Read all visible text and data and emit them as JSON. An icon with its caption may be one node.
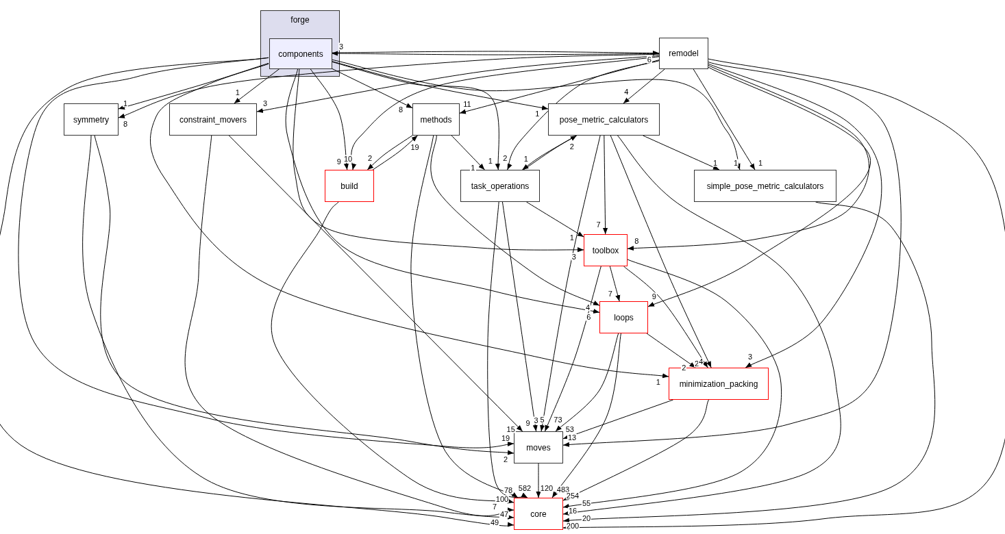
{
  "diagram": {
    "nodes": [
      {
        "text": [
          "forge"
        ]
      },
      {
        "text": [
          "components"
        ],
        "in": 0
      },
      {
        "text": [
          "remodel"
        ]
      },
      {
        "text": [
          "symmetry"
        ]
      },
      {
        "text": [
          "constraint_movers"
        ]
      },
      {
        "text": [
          "methods"
        ]
      },
      {
        "text": [
          "pose_metric_calculators"
        ]
      },
      {
        "text": [
          "build"
        ]
      },
      {
        "text": [
          "task_operations"
        ]
      },
      {
        "text": [
          "simple_pose_metric_calculators"
        ]
      },
      {
        "text": [
          "toolbox"
        ]
      },
      {
        "text": [
          "loops"
        ]
      },
      {
        "text": [
          "minimization_packing"
        ]
      },
      {
        "text": [
          "moves"
        ]
      },
      {
        "text": [
          "core"
        ]
      }
    ],
    "edges": [
      {
        "from": 1,
        "to": 2,
        "arrow": "to",
        "label": "6"
      },
      {
        "from": 2,
        "to": 1,
        "arrow": "to",
        "label": "3"
      },
      {
        "from": 1,
        "to": 3,
        "arrow": "to",
        "label": "1"
      },
      {
        "from": 2,
        "to": 3,
        "arrow": "to",
        "label": "8"
      },
      {
        "from": 1,
        "to": 4,
        "arrow": "to",
        "label": "1"
      },
      {
        "from": 2,
        "to": 4,
        "arrow": "to",
        "label": "3"
      },
      {
        "from": 1,
        "to": 5,
        "arrow": "to",
        "label": "8"
      },
      {
        "from": 2,
        "to": 5,
        "arrow": "to",
        "label": "11"
      },
      {
        "from": 1,
        "to": 6,
        "arrow": "to",
        "label": "1"
      },
      {
        "from": 2,
        "to": 6,
        "arrow": "to",
        "label": "4"
      },
      {
        "from": 1,
        "to": 7,
        "arrow": "to",
        "label": "9"
      },
      {
        "from": 2,
        "to": 7,
        "arrow": "to",
        "label": "10"
      },
      {
        "from": 5,
        "to": 7,
        "arrow": "to",
        "label": "2"
      },
      {
        "from": 7,
        "to": 5,
        "arrow": "to",
        "label": "19"
      },
      {
        "from": 1,
        "to": 8,
        "arrow": "to",
        "label": "1"
      },
      {
        "from": 2,
        "to": 8,
        "arrow": "to",
        "label": "2"
      },
      {
        "from": 5,
        "to": 8,
        "arrow": "to",
        "label": "1"
      },
      {
        "from": 6,
        "to": 8,
        "arrow": "to",
        "label": "1"
      },
      {
        "from": 8,
        "to": 6,
        "arrow": "to",
        "label": "2"
      },
      {
        "from": 1,
        "to": 9,
        "arrow": "to",
        "label": "1"
      },
      {
        "from": 6,
        "to": 9,
        "arrow": "to",
        "label": "1"
      },
      {
        "from": 2,
        "to": 9,
        "arrow": "to",
        "label": "1"
      },
      {
        "from": 8,
        "to": 10,
        "arrow": "to",
        "label": "1"
      },
      {
        "from": 1,
        "to": 10,
        "arrow": "to",
        "label": "3"
      },
      {
        "from": 6,
        "to": 10,
        "arrow": "to",
        "label": "7"
      },
      {
        "from": 2,
        "to": 10,
        "arrow": "to",
        "label": "8"
      },
      {
        "from": 5,
        "to": 11,
        "arrow": "to",
        "label": "4"
      },
      {
        "from": 1,
        "to": 11,
        "arrow": "to",
        "label": "6"
      },
      {
        "from": 10,
        "to": 11,
        "arrow": "to",
        "label": "7"
      },
      {
        "from": 2,
        "to": 11,
        "arrow": "to",
        "label": "9"
      },
      {
        "from": 1,
        "to": 12,
        "arrow": "to",
        "label": "1"
      },
      {
        "from": 11,
        "to": 12,
        "arrow": "to",
        "label": "2"
      },
      {
        "from": 10,
        "to": 12,
        "arrow": "to",
        "label": "2"
      },
      {
        "from": 6,
        "to": 12,
        "arrow": "to",
        "label": "4"
      },
      {
        "from": 2,
        "to": 12,
        "arrow": "to",
        "label": "3"
      },
      {
        "from": 4,
        "to": 13,
        "arrow": "to",
        "label": "15"
      },
      {
        "from": 8,
        "to": 13,
        "arrow": "to",
        "label": "9"
      },
      {
        "from": 6,
        "to": 13,
        "arrow": "to",
        "label": "3"
      },
      {
        "from": 10,
        "to": 13,
        "arrow": "to",
        "label": "5"
      },
      {
        "from": 11,
        "to": 13,
        "arrow": "to",
        "label": "73"
      },
      {
        "from": 12,
        "to": 13,
        "arrow": "to",
        "label": "53"
      },
      {
        "from": 2,
        "to": 13,
        "arrow": "to",
        "label": "13"
      },
      {
        "from": 1,
        "to": 13,
        "arrow": "to",
        "label": "19"
      },
      {
        "from": 3,
        "to": 13,
        "arrow": "to",
        "label": "2"
      },
      {
        "from": 13,
        "to": 14,
        "arrow": "to",
        "label": "120"
      },
      {
        "from": 8,
        "to": 14,
        "arrow": "to",
        "label": "582"
      },
      {
        "from": 11,
        "to": 14,
        "arrow": "to",
        "label": "483"
      },
      {
        "from": 5,
        "to": 14,
        "arrow": "to",
        "label": "78"
      },
      {
        "from": 7,
        "to": 14,
        "arrow": "to",
        "label": "100"
      },
      {
        "from": 4,
        "to": 14,
        "arrow": "to",
        "label": "7"
      },
      {
        "from": 3,
        "to": 14,
        "arrow": "to",
        "label": "47"
      },
      {
        "from": 1,
        "to": 14,
        "arrow": "to",
        "label": "49"
      },
      {
        "from": 12,
        "to": 14,
        "arrow": "to",
        "label": "254"
      },
      {
        "from": 10,
        "to": 14,
        "arrow": "to",
        "label": "55"
      },
      {
        "from": 6,
        "to": 14,
        "arrow": "to",
        "label": "16"
      },
      {
        "from": 9,
        "to": 14,
        "arrow": "to",
        "label": "20"
      },
      {
        "from": 2,
        "to": 14,
        "arrow": "to",
        "label": "200"
      }
    ]
  }
}
